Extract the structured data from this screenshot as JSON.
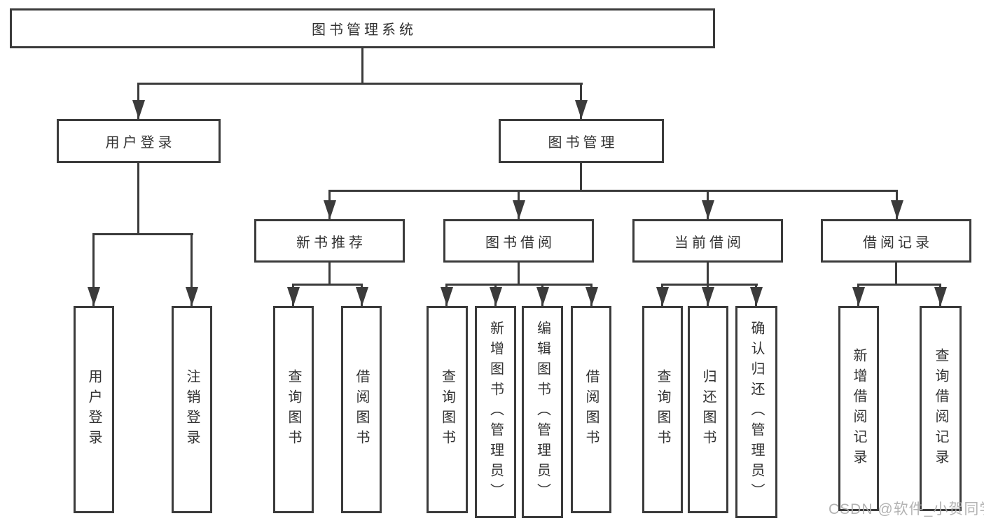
{
  "tree": {
    "label": "图书管理系统",
    "children": [
      {
        "label": "用户登录",
        "children": [
          {
            "label": "用户登录"
          },
          {
            "label": "注销登录"
          }
        ]
      },
      {
        "label": "图书管理",
        "children": [
          {
            "label": "新书推荐",
            "children": [
              {
                "label": "查询图书"
              },
              {
                "label": "借阅图书"
              }
            ]
          },
          {
            "label": "图书借阅",
            "children": [
              {
                "label": "查询图书"
              },
              {
                "label": "新增图书（管理员）"
              },
              {
                "label": "编辑图书（管理员）"
              },
              {
                "label": "借阅图书"
              }
            ]
          },
          {
            "label": "当前借阅",
            "children": [
              {
                "label": "查询图书"
              },
              {
                "label": "归还图书"
              },
              {
                "label": "确认归还（管理员）"
              }
            ]
          },
          {
            "label": "借阅记录",
            "children": [
              {
                "label": "新增借阅记录"
              },
              {
                "label": "查询借阅记录"
              }
            ]
          }
        ]
      }
    ]
  },
  "watermark": {
    "text": "CSDN @软件_小贺同学"
  },
  "colors": {
    "line": "#3b3b3b",
    "text": "#333333",
    "background": "#ffffff",
    "watermark": "#acacac"
  }
}
